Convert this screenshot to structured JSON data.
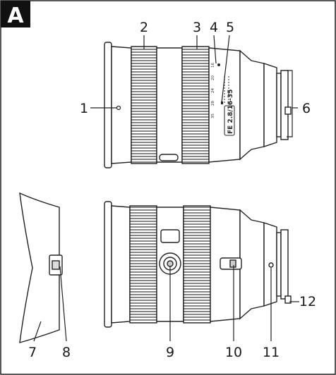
{
  "panel_label": "A",
  "lens_markings": {
    "focal_scale": [
      "16",
      "20",
      "24",
      "28",
      "35"
    ],
    "model_text": "FE 2.8/16-35"
  },
  "callouts": [
    "1",
    "2",
    "3",
    "4",
    "5",
    "6",
    "7",
    "8",
    "9",
    "10",
    "11",
    "12"
  ],
  "colors": {
    "line": "#222222",
    "body": "#ffffff",
    "ring_shade": "#dcdcdc",
    "badge": "#111111"
  }
}
